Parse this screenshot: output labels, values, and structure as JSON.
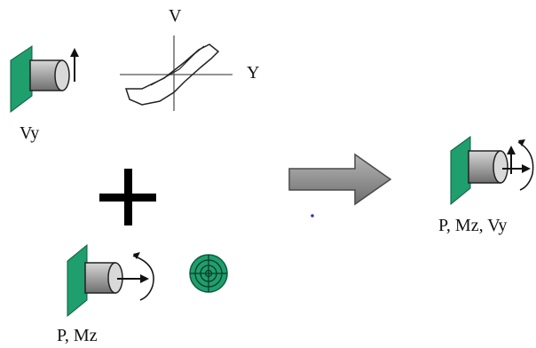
{
  "labels": {
    "vy": "Vy",
    "p_mz": "P, Mz",
    "p_mz_vy": "P, Mz, Vy",
    "axis_v": "V",
    "axis_y": "Y"
  },
  "colors": {
    "plate": "#1f9e6e",
    "plate_edge": "#0b5e3e",
    "cylinder": "#9c9c9c",
    "arrow_fill": "#8f8f8f",
    "ink": "#111111",
    "dot": "#3333cc"
  }
}
